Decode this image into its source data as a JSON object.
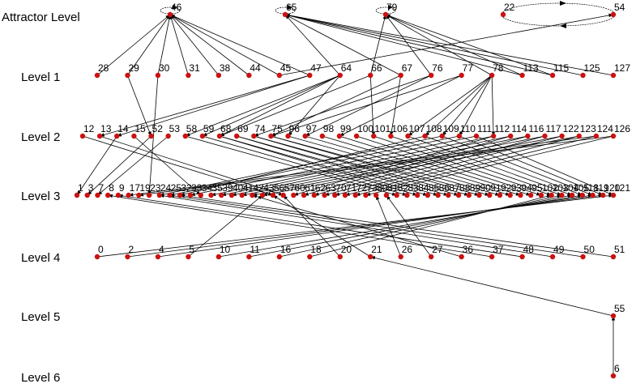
{
  "levels": [
    "Attractor Level",
    "Level 1",
    "Level 2",
    "Level 3",
    "Level 4",
    "Level 5",
    "Level 6"
  ],
  "diagram": {
    "rows": [
      [
        "46",
        "65",
        "79",
        "22",
        "54"
      ],
      [
        "28",
        "29",
        "30",
        "31",
        "38",
        "44",
        "45",
        "47",
        "64",
        "66",
        "67",
        "76",
        "77",
        "78",
        "113",
        "115",
        "125",
        "127"
      ],
      [
        "12",
        "13",
        "14",
        "15",
        "52",
        "53",
        "58",
        "59",
        "68",
        "69",
        "74",
        "75",
        "96",
        "97",
        "98",
        "99",
        "100",
        "101",
        "106",
        "107",
        "108",
        "109",
        "110",
        "111",
        "112",
        "114",
        "116",
        "117",
        "122",
        "123",
        "124",
        "126"
      ],
      [
        "1",
        "3",
        "7",
        "8",
        "9",
        "17",
        "19",
        "23",
        "24",
        "25",
        "32",
        "33",
        "34",
        "35",
        "39",
        "40",
        "41",
        "42",
        "43",
        "56",
        "57",
        "60",
        "61",
        "62",
        "63",
        "70",
        "71",
        "72",
        "73",
        "80",
        "81",
        "82",
        "83",
        "84",
        "85",
        "86",
        "87",
        "88",
        "89",
        "90",
        "91",
        "92",
        "93",
        "94",
        "95",
        "102",
        "103",
        "104",
        "105",
        "118",
        "119",
        "120",
        "121"
      ],
      [
        "0",
        "2",
        "4",
        "5",
        "10",
        "11",
        "16",
        "18",
        "20",
        "21",
        "26",
        "27",
        "36",
        "37",
        "48",
        "49",
        "50",
        "51"
      ],
      [
        "55"
      ],
      [
        "6"
      ]
    ],
    "self_loops": [
      "46",
      "65",
      "79"
    ],
    "cycle": [
      "22",
      "54"
    ],
    "edges": [
      [
        "28",
        "46"
      ],
      [
        "29",
        "46"
      ],
      [
        "30",
        "46"
      ],
      [
        "31",
        "46"
      ],
      [
        "38",
        "46"
      ],
      [
        "44",
        "46"
      ],
      [
        "45",
        "46"
      ],
      [
        "47",
        "46"
      ],
      [
        "64",
        "65"
      ],
      [
        "67",
        "65"
      ],
      [
        "113",
        "65"
      ],
      [
        "115",
        "65"
      ],
      [
        "125",
        "65"
      ],
      [
        "127",
        "65"
      ],
      [
        "76",
        "79"
      ],
      [
        "78",
        "79"
      ],
      [
        "113",
        "79"
      ],
      [
        "115",
        "79"
      ],
      [
        "66",
        "79"
      ],
      [
        "29",
        "52"
      ],
      [
        "30",
        "23"
      ],
      [
        "47",
        "14"
      ],
      [
        "47",
        "13"
      ],
      [
        "45",
        "54"
      ],
      [
        "64",
        "58"
      ],
      [
        "64",
        "59"
      ],
      [
        "64",
        "68"
      ],
      [
        "64",
        "96"
      ],
      [
        "66",
        "68"
      ],
      [
        "66",
        "101"
      ],
      [
        "67",
        "75"
      ],
      [
        "67",
        "106"
      ],
      [
        "76",
        "74"
      ],
      [
        "76",
        "97"
      ],
      [
        "77",
        "75"
      ],
      [
        "77",
        "99"
      ],
      [
        "78",
        "107"
      ],
      [
        "78",
        "108"
      ],
      [
        "78",
        "109"
      ],
      [
        "78",
        "110"
      ],
      [
        "78",
        "112"
      ],
      [
        "14",
        "1"
      ],
      [
        "52",
        "3"
      ],
      [
        "53",
        "7"
      ],
      [
        "12",
        "56"
      ],
      [
        "13",
        "57"
      ],
      [
        "15",
        "34"
      ],
      [
        "58",
        "82"
      ],
      [
        "59",
        "83"
      ],
      [
        "68",
        "84"
      ],
      [
        "68",
        "85"
      ],
      [
        "69",
        "86"
      ],
      [
        "69",
        "87"
      ],
      [
        "74",
        "88"
      ],
      [
        "74",
        "89"
      ],
      [
        "75",
        "90"
      ],
      [
        "75",
        "91"
      ],
      [
        "96",
        "92"
      ],
      [
        "97",
        "93"
      ],
      [
        "98",
        "94"
      ],
      [
        "99",
        "95"
      ],
      [
        "100",
        "102"
      ],
      [
        "101",
        "103"
      ],
      [
        "106",
        "104"
      ],
      [
        "107",
        "105"
      ],
      [
        "108",
        "118"
      ],
      [
        "109",
        "119"
      ],
      [
        "110",
        "120"
      ],
      [
        "111",
        "121"
      ],
      [
        "112",
        "60"
      ],
      [
        "114",
        "61"
      ],
      [
        "116",
        "62"
      ],
      [
        "117",
        "63"
      ],
      [
        "122",
        "70"
      ],
      [
        "123",
        "71"
      ],
      [
        "124",
        "72"
      ],
      [
        "126",
        "73"
      ],
      [
        "109",
        "24"
      ],
      [
        "110",
        "25"
      ],
      [
        "108",
        "32"
      ],
      [
        "111",
        "33"
      ],
      [
        "112",
        "35"
      ],
      [
        "114",
        "39"
      ],
      [
        "116",
        "40"
      ],
      [
        "117",
        "41"
      ],
      [
        "122",
        "42"
      ],
      [
        "123",
        "43"
      ],
      [
        "124",
        "17"
      ],
      [
        "126",
        "19"
      ],
      [
        "0",
        "121"
      ],
      [
        "2",
        "120"
      ],
      [
        "4",
        "119"
      ],
      [
        "5",
        "43"
      ],
      [
        "10",
        "118"
      ],
      [
        "11",
        "105"
      ],
      [
        "16",
        "104"
      ],
      [
        "18",
        "103"
      ],
      [
        "20",
        "57"
      ],
      [
        "21",
        "56"
      ],
      [
        "26",
        "80"
      ],
      [
        "27",
        "81"
      ],
      [
        "36",
        "42"
      ],
      [
        "37",
        "8"
      ],
      [
        "48",
        "9"
      ],
      [
        "49",
        "24"
      ],
      [
        "50",
        "25"
      ],
      [
        "51",
        "32"
      ],
      [
        "55",
        "21"
      ],
      [
        "6",
        "55"
      ]
    ]
  }
}
